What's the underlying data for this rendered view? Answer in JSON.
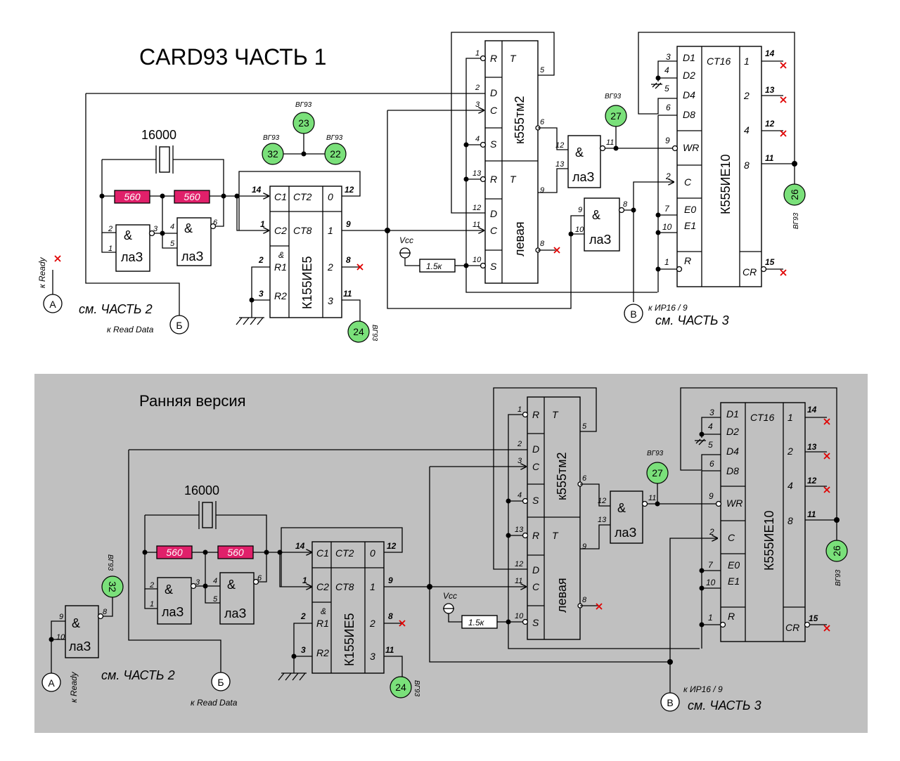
{
  "part1": {
    "title": "CARD93  ЧАСТЬ 1",
    "crystal": "16000",
    "r1": "560",
    "r2": "560",
    "gate": "&",
    "gate_name": "лаЗ",
    "counter_chip": "К155ИЕ5",
    "ff_chip": "к555тм2",
    "ff_half": "левая",
    "reg_chip": "К555ИЕ10",
    "reg_ct": "CT16",
    "ct2": "CT2",
    "ct8": "CT8",
    "vcc": "Vcc",
    "r15": "1.5к",
    "ref_a": "А",
    "ref_b": "Б",
    "ref_v": "В",
    "to_ready": "к Ready",
    "to_read_data": "к Read Data",
    "to_ir16": "к ИР16 / 9",
    "see_part2": "см. ЧАСТЬ 2",
    "see_part3": "см. ЧАСТЬ 3",
    "vg93": "ВГ93",
    "tp23": "23",
    "tp32": "32",
    "tp22": "22",
    "tp27": "27",
    "tp24": "24",
    "tp26": "26"
  },
  "part2": {
    "title": "Ранняя версия",
    "crystal": "16000",
    "r1": "560",
    "r2": "560",
    "gate": "&",
    "gate_name": "лаЗ",
    "counter_chip": "К155ИЕ5",
    "ff_chip": "к555тм2",
    "ff_half": "левая",
    "reg_chip": "К555ИЕ10",
    "reg_ct": "CT16",
    "ct2": "CT2",
    "ct8": "CT8",
    "vcc": "Vcc",
    "r15": "1.5к",
    "ref_a": "А",
    "ref_b": "Б",
    "ref_v": "В",
    "to_ready": "к Ready",
    "to_read_data": "к Read Data",
    "to_ir16": "к ИР16 / 9",
    "see_part2": "см. ЧАСТЬ 2",
    "see_part3": "см. ЧАСТЬ 3",
    "vg93": "ВГ93",
    "tp32": "32",
    "tp27": "27",
    "tp24": "24",
    "tp26": "26"
  }
}
